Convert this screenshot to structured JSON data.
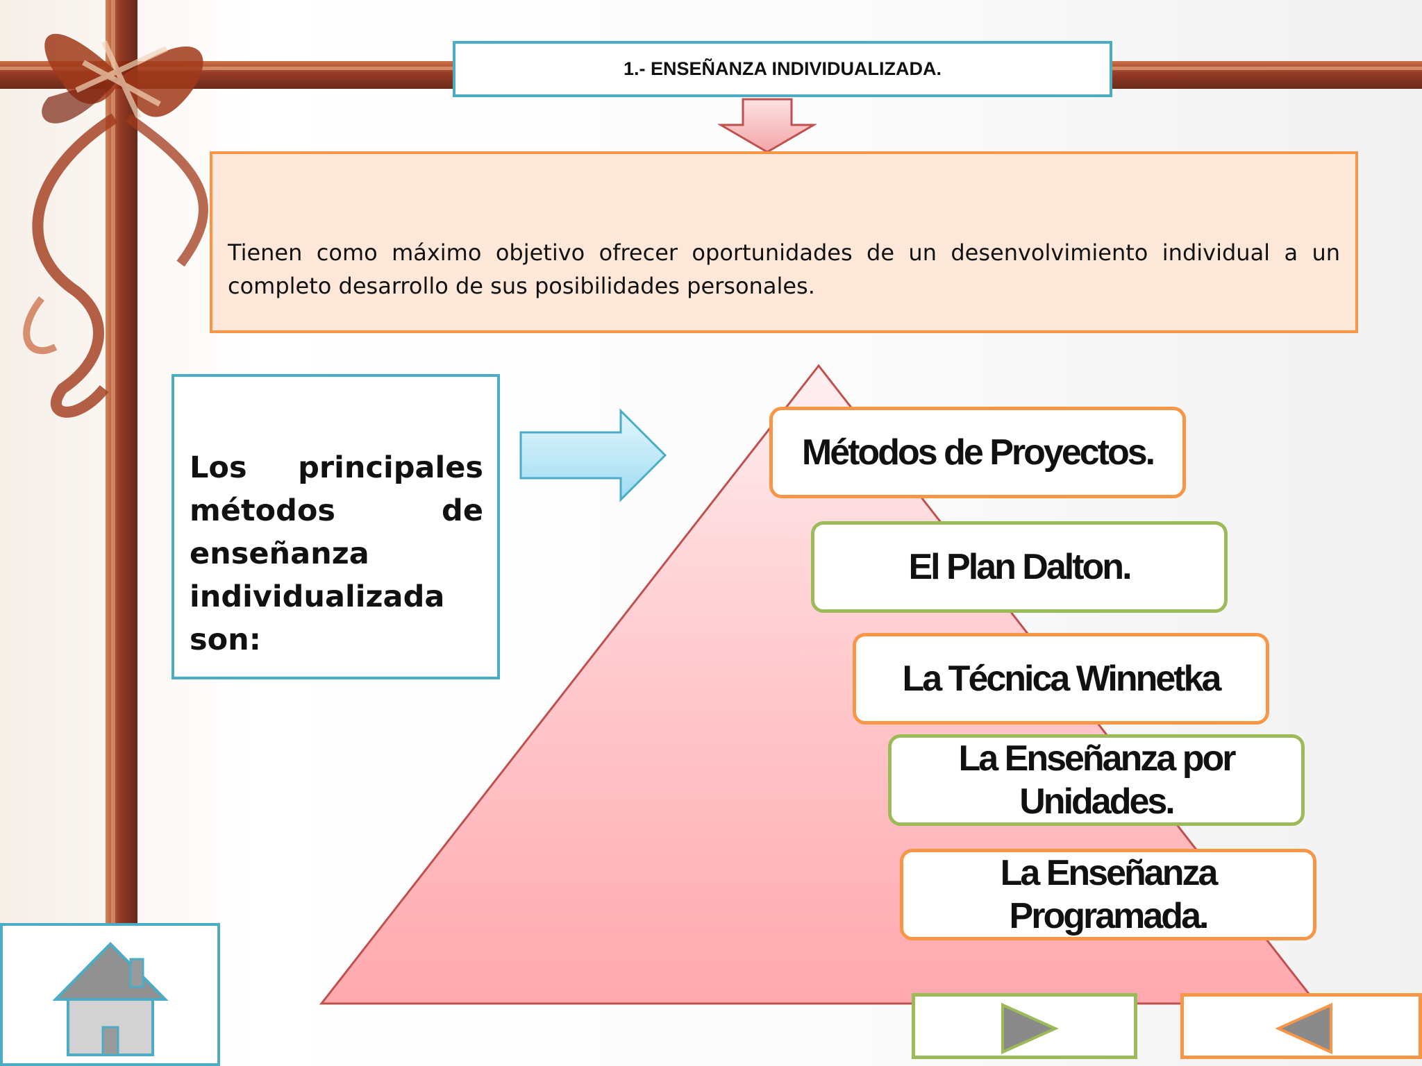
{
  "title": "1.- ENSEÑANZA INDIVIDUALIZADA.",
  "objective_text": "Tienen como máximo objetivo ofrecer oportunidades de un desenvolvimiento individual a un completo desarrollo de sus posibilidades personales.",
  "methods_intro": "Los principales métodos de enseñanza individualizada son:",
  "methods": [
    {
      "line1": "Métodos de Proyectos.",
      "line2": ""
    },
    {
      "line1": "El Plan Dalton.",
      "line2": ""
    },
    {
      "line1": "La Técnica Winnetka",
      "line2": ""
    },
    {
      "line1": "La Enseñanza por",
      "line2": "Unidades."
    },
    {
      "line1": "La Enseñanza",
      "line2": "Programada."
    }
  ],
  "colors": {
    "blue_border": "#4bacc6",
    "orange_border": "#f79646",
    "green_border": "#9bbb59",
    "objective_fill": "#fde7d8",
    "pyramid_fill": "#ffb3b8",
    "ribbon": "#8b2a12",
    "nav_icon": "#8a8a8a"
  },
  "icons": {
    "home": "home-icon",
    "next": "play-right-icon",
    "previous": "play-left-icon",
    "down_arrow": "down-arrow-icon",
    "right_arrow": "right-arrow-icon"
  }
}
